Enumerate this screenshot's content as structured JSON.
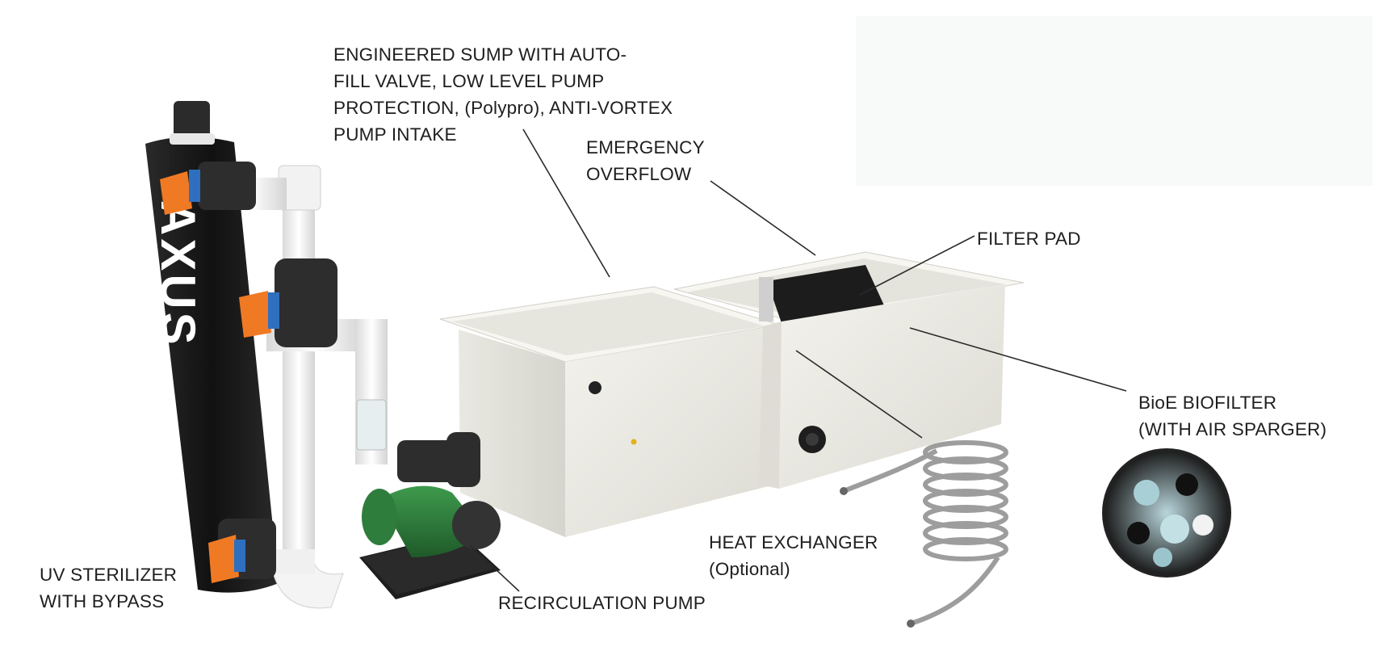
{
  "labels": {
    "sump": [
      "ENGINEERED SUMP WITH AUTO-",
      "FILL VALVE, LOW LEVEL PUMP",
      "PROTECTION, (Polypro), ANTI-VORTEX",
      "PUMP INTAKE"
    ],
    "overflow": [
      "EMERGENCY",
      "OVERFLOW"
    ],
    "filter_pad": [
      "FILTER PAD"
    ],
    "biofilter": [
      "BioE BIOFILTER",
      "(WITH AIR SPARGER)"
    ],
    "heat_exchanger": [
      "HEAT EXCHANGER",
      "(Optional)"
    ],
    "uv": [
      "UV STERILIZER",
      "WITH BYPASS"
    ],
    "pump": [
      "RECIRCULATION PUMP"
    ]
  },
  "uv_housing_text": "AXUS",
  "colors": {
    "text": "#1e1e1e",
    "leader_line": "#2a2a2a",
    "tank": "#ecebe4",
    "uv_body": "#1b1b1b",
    "pipe": "#f4f4f4",
    "valve": "#2d2d2d",
    "handle": "#f07a24",
    "pump_motor": "#2f7d3c",
    "coil": "#a8a8a8"
  }
}
